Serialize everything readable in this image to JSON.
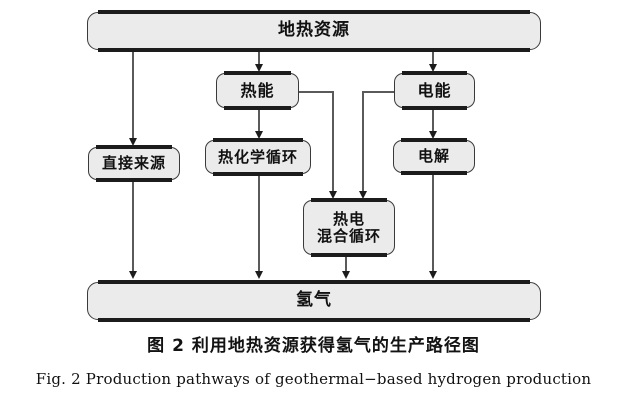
{
  "figure": {
    "caption_cn": "图 2   利用地热资源获得氢气的生产路径图",
    "caption_en": "Fig. 2   Production pathways of geothermal−based hydrogen production"
  },
  "colors": {
    "node_fill": "#ebebeb",
    "node_border": "#3a3a3a",
    "node_shadow": "#1c1c1c",
    "connector": "#5a5a5a",
    "background": "#ffffff"
  },
  "diagram": {
    "type": "flowchart",
    "nodes": [
      {
        "id": "geothermal",
        "label": "地热资源"
      },
      {
        "id": "thermal-energy",
        "label": "热能"
      },
      {
        "id": "electric-energy",
        "label": "电能"
      },
      {
        "id": "direct-source",
        "label": "直接来源"
      },
      {
        "id": "thermochemical",
        "label": "热化学循环"
      },
      {
        "id": "electrolysis",
        "label": "电解"
      },
      {
        "id": "hybrid-cycle",
        "label": "热电\n混合循环"
      },
      {
        "id": "hydrogen",
        "label": "氢气"
      }
    ],
    "edges": [
      {
        "from": "geothermal",
        "to": "direct-source"
      },
      {
        "from": "geothermal",
        "to": "thermal-energy"
      },
      {
        "from": "geothermal",
        "to": "electric-energy"
      },
      {
        "from": "thermal-energy",
        "to": "thermochemical"
      },
      {
        "from": "thermal-energy",
        "to": "hybrid-cycle"
      },
      {
        "from": "electric-energy",
        "to": "electrolysis"
      },
      {
        "from": "electric-energy",
        "to": "hybrid-cycle"
      },
      {
        "from": "direct-source",
        "to": "hydrogen"
      },
      {
        "from": "thermochemical",
        "to": "hydrogen"
      },
      {
        "from": "hybrid-cycle",
        "to": "hydrogen"
      },
      {
        "from": "electrolysis",
        "to": "hydrogen"
      }
    ]
  }
}
